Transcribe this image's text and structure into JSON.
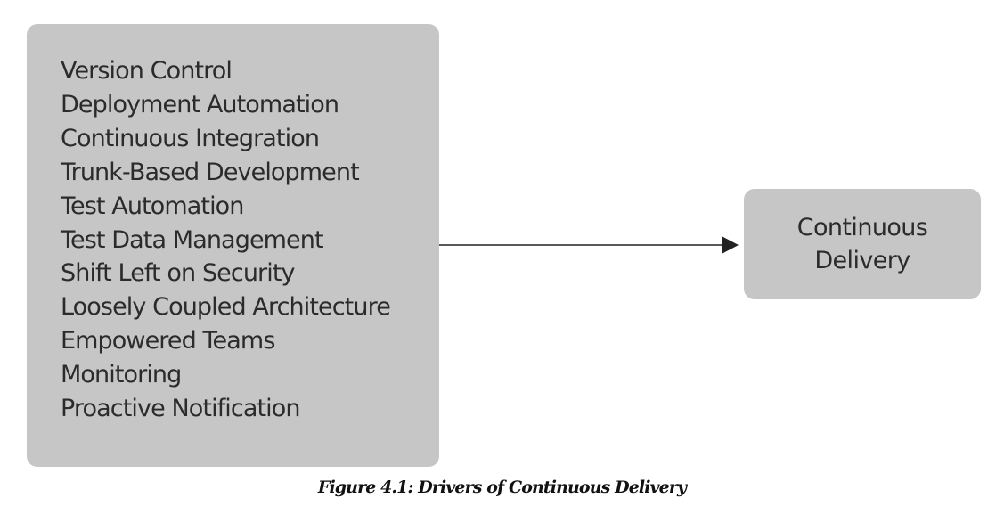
{
  "diagram": {
    "drivers": [
      "Version Control",
      "Deployment Automation",
      "Continuous Integration",
      "Trunk-Based Development",
      "Test Automation",
      "Test Data Management",
      "Shift Left on Security",
      "Loosely Coupled Architecture",
      "Empowered Teams",
      "Monitoring",
      "Proactive Notification"
    ],
    "outcome": "Continuous Delivery",
    "caption": "Figure 4.1: Drivers of Continuous Delivery"
  },
  "colors": {
    "box_fill": "#c6c6c6",
    "text": "#2b2b2b",
    "arrow": "#222222"
  }
}
